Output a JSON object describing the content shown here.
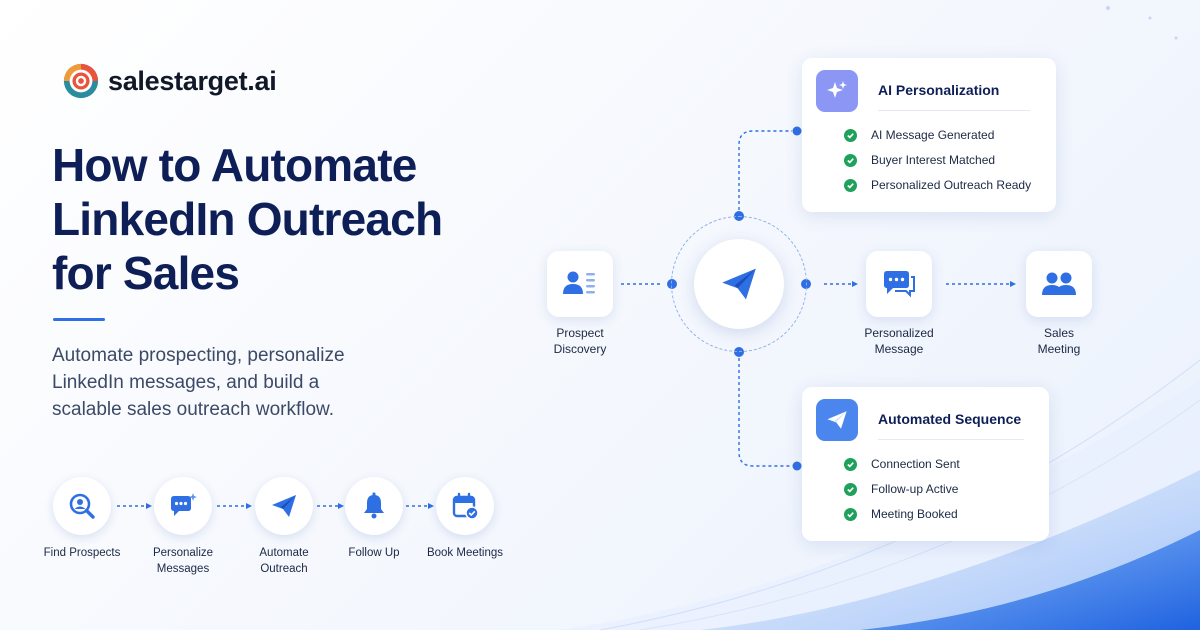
{
  "brand": {
    "name": "salestarget.ai"
  },
  "headline": {
    "lines": [
      "How to Automate",
      "LinkedIn Outreach",
      "for Sales"
    ]
  },
  "subtitle": {
    "lines": [
      "Automate prospecting, personalize",
      "LinkedIn messages, and build a",
      "scalable sales outreach workflow."
    ]
  },
  "steps": [
    {
      "label": [
        "Find Prospects"
      ],
      "icon": "search-user-icon"
    },
    {
      "label": [
        "Personalize",
        "Messages"
      ],
      "icon": "chat-sparkle-icon"
    },
    {
      "label": [
        "Automate",
        "Outreach"
      ],
      "icon": "paper-plane-icon"
    },
    {
      "label": [
        "Follow Up"
      ],
      "icon": "bell-icon"
    },
    {
      "label": [
        "Book Meetings"
      ],
      "icon": "calendar-check-icon"
    }
  ],
  "diagram": {
    "nodes": [
      {
        "label": [
          "Prospect",
          "Discovery"
        ],
        "icon": "user-list-icon"
      },
      {
        "label": [
          "Personalized",
          "Message"
        ],
        "icon": "chat-icon"
      },
      {
        "label": [
          "Sales",
          "Meeting"
        ],
        "icon": "users-icon"
      }
    ],
    "hub_icon": "paper-plane-icon",
    "card_personalization": {
      "title": "AI Personalization",
      "icon": "sparkle-icon",
      "items": [
        "AI Message Generated",
        "Buyer Interest Matched",
        "Personalized Outreach Ready"
      ]
    },
    "card_sequence": {
      "title": "Automated Sequence",
      "icon": "paper-plane-icon",
      "items": [
        "Connection Sent",
        "Follow-up Active",
        "Meeting Booked"
      ]
    }
  },
  "colors": {
    "navy": "#0e1f57",
    "accent": "#2f6fe4",
    "check": "#1fa05b",
    "sparkle_bg": "#8b96f5"
  }
}
